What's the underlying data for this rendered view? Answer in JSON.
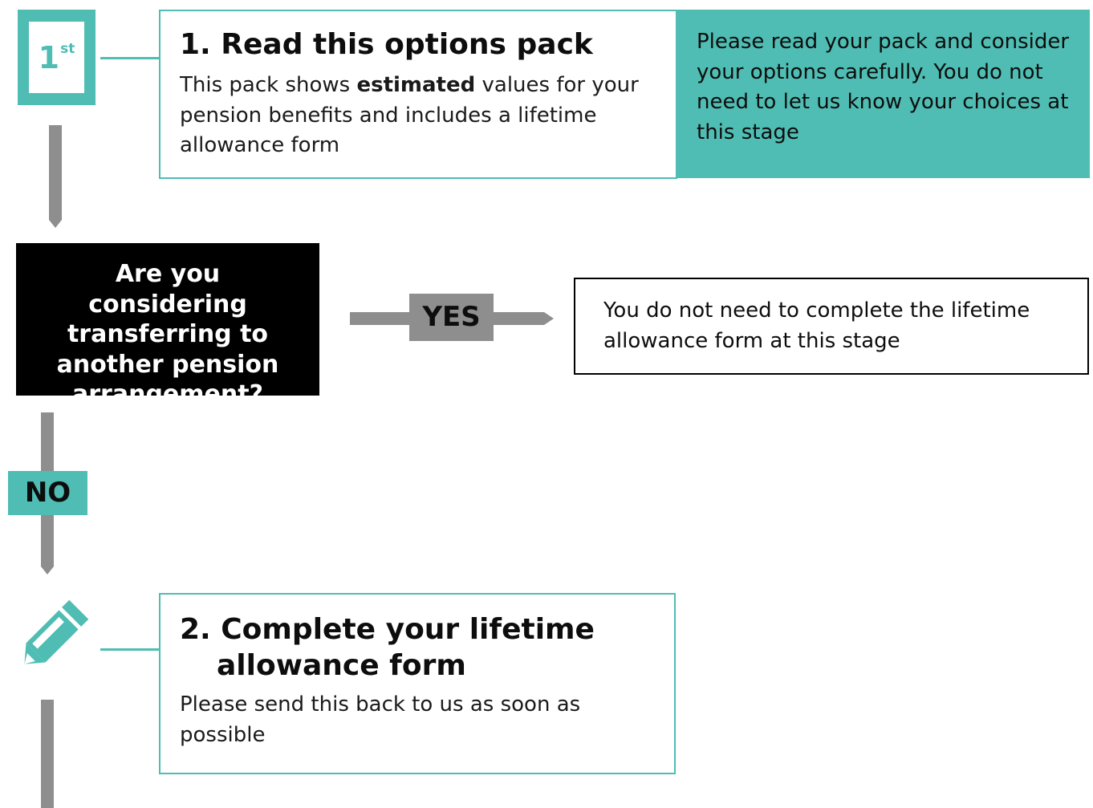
{
  "colors": {
    "accent": "#4fbdb3",
    "arrow_grey": "#8e8e8e",
    "question_bg": "#000000",
    "text": "#0d0d0d"
  },
  "step1": {
    "badge_number": "1",
    "badge_suffix": "st",
    "badge_icon": "first-step-badge",
    "title": "1. Read this options pack",
    "body_before": "This pack shows ",
    "body_emphasis": "estimated",
    "body_after": " values for your pension benefits and includes a lifetime allowance form",
    "note": "Please read your pack and consider your options carefully. You do not need to let us know your choices at this stage"
  },
  "question": {
    "text": "Are you considering transferring to another pension arrangement?"
  },
  "yes_branch": {
    "label": "YES",
    "text": "You do not need to complete the lifetime allowance form at this stage"
  },
  "no_branch": {
    "label": "NO"
  },
  "step2": {
    "icon": "pencil-icon",
    "title_line1": "2. Complete your lifetime",
    "title_line2": "allowance form",
    "body": "Please send this back to us as soon as possible"
  }
}
